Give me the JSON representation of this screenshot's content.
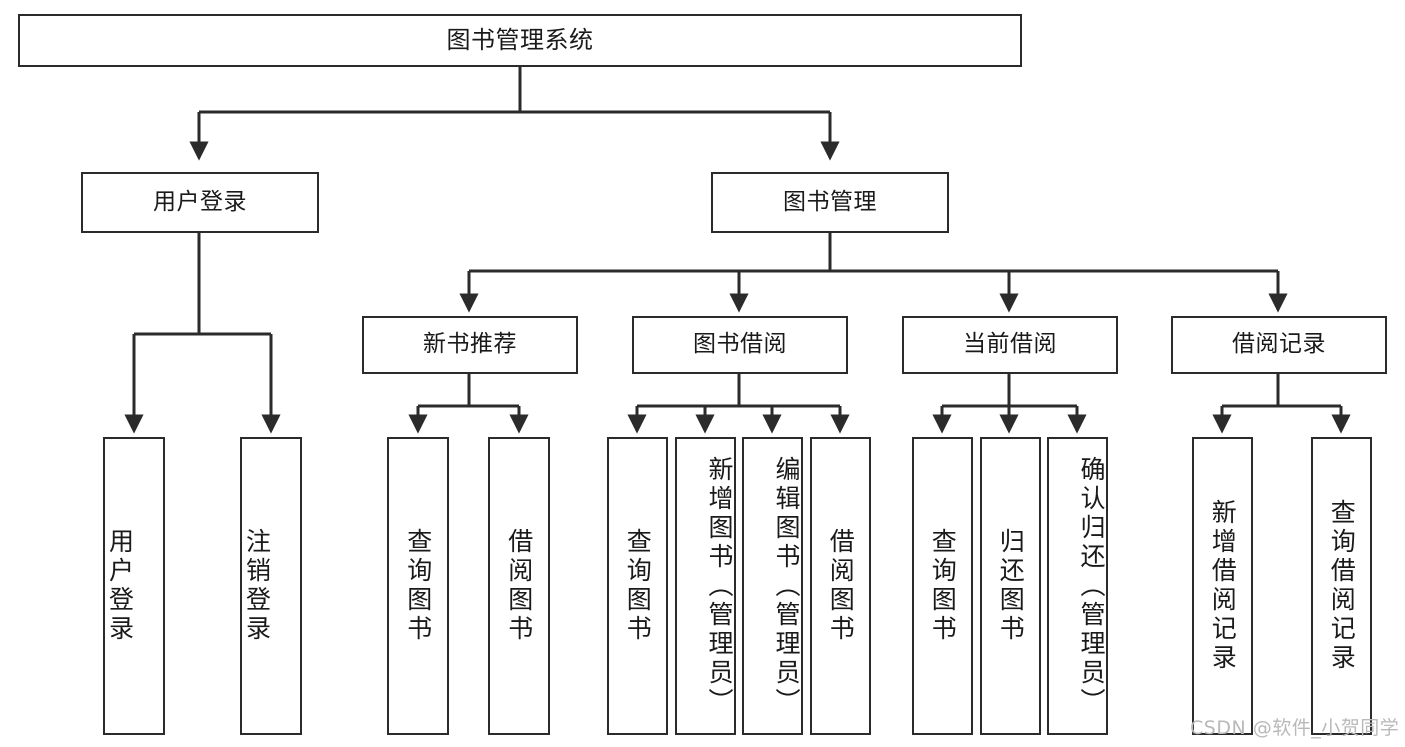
{
  "diagram": {
    "type": "tree",
    "title": "图书管理系统",
    "style": {
      "line_color": "#2b2b2b",
      "box_fill": "#ffffff",
      "text_color": "#1a1a1a",
      "watermark_color": "#b9b9b9"
    },
    "root": {
      "label": "图书管理系统"
    },
    "level1": [
      {
        "label": "用户登录"
      },
      {
        "label": "图书管理"
      }
    ],
    "level2": [
      {
        "label": "新书推荐"
      },
      {
        "label": "图书借阅"
      },
      {
        "label": "当前借阅"
      },
      {
        "label": "借阅记录"
      }
    ],
    "leaves": {
      "user_login": [
        {
          "label": "用户登录"
        },
        {
          "label": "注销登录"
        }
      ],
      "new_book": [
        {
          "label": "查询图书"
        },
        {
          "label": "借阅图书"
        }
      ],
      "borrow_book": [
        {
          "label": "查询图书"
        },
        {
          "label": "新增图书（管理员）"
        },
        {
          "label": "编辑图书（管理员）"
        },
        {
          "label": "借阅图书"
        }
      ],
      "current_borrow": [
        {
          "label": "查询图书"
        },
        {
          "label": "归还图书"
        },
        {
          "label": "确认归还（管理员）"
        }
      ],
      "borrow_record": [
        {
          "label": "新增借阅记录"
        },
        {
          "label": "查询借阅记录"
        }
      ]
    }
  },
  "watermark": {
    "text": "CSDN @软件_小贺同学"
  }
}
